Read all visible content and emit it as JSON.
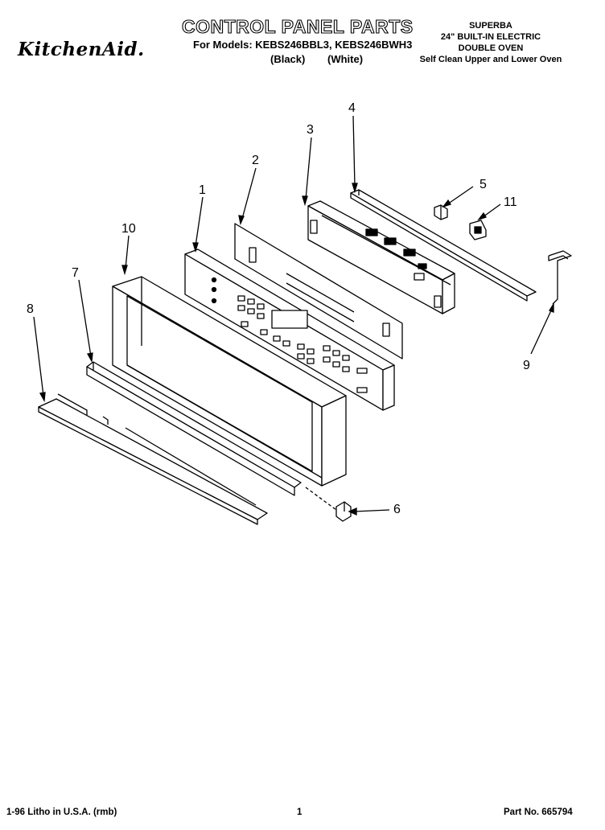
{
  "header": {
    "brand": "KitchenAid.",
    "title": "CONTROL PANEL PARTS",
    "models_line": "For Models: KEBS246BBL3, KEBS246BWH3",
    "variant_black": "(Black)",
    "variant_white": "(White)",
    "right_block": [
      "SUPERBA",
      "24\" BUILT-IN ELECTRIC",
      "DOUBLE OVEN",
      "Self Clean Upper and Lower Oven"
    ]
  },
  "callouts": [
    "1",
    "2",
    "3",
    "4",
    "5",
    "6",
    "7",
    "8",
    "9",
    "10",
    "11"
  ],
  "footer": {
    "litho": "1-96 Litho in U.S.A. (rmb)",
    "page": "1",
    "part_no": "Part No. 665794"
  }
}
